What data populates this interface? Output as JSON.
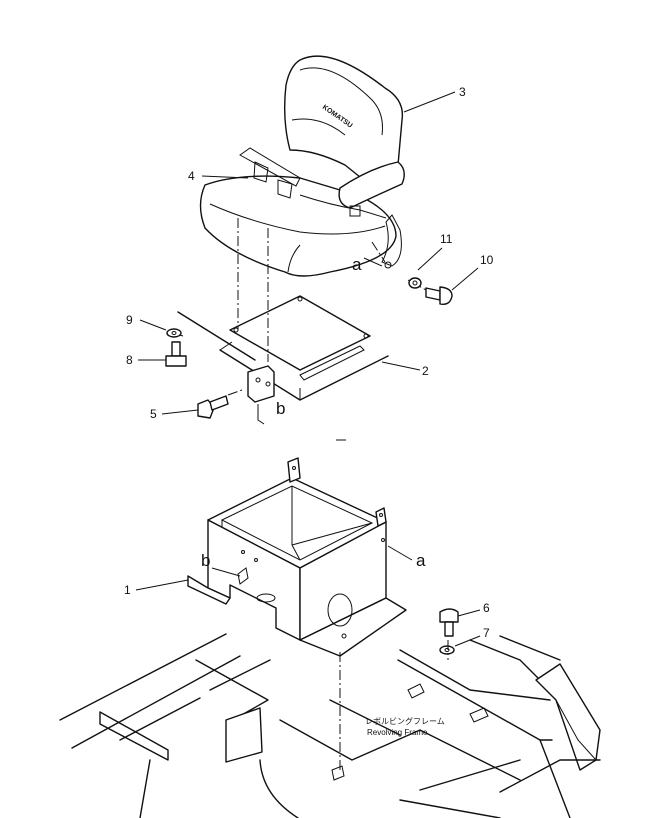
{
  "seat": {
    "brand": "KOMATSU"
  },
  "callouts": {
    "n1": "1",
    "n2": "2",
    "n3": "3",
    "n4": "4",
    "n5": "5",
    "n6": "6",
    "n7": "7",
    "n8": "8",
    "n9": "9",
    "n10": "10",
    "n11": "11"
  },
  "refs": {
    "a": "a",
    "b": "b"
  },
  "frame": {
    "jp": "レボルビングフレーム",
    "en": "Revolving Frame"
  }
}
